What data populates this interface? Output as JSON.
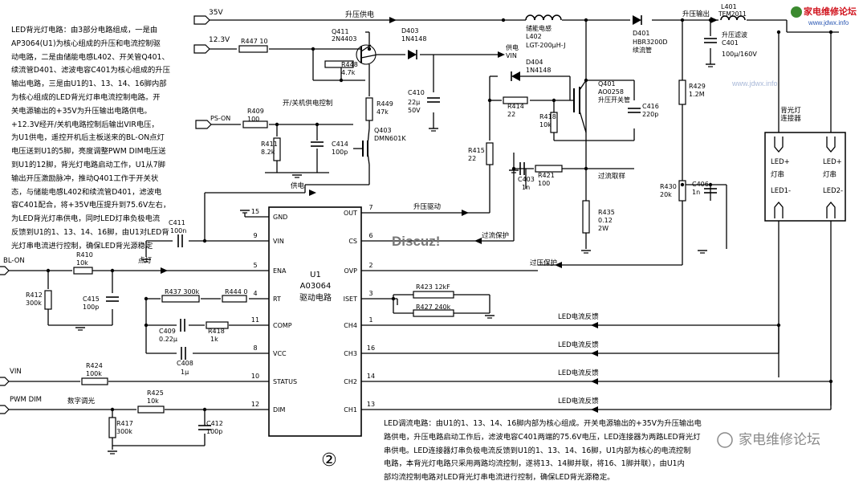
{
  "description_left": {
    "lines": [
      "LED背光灯电路：由3部分电路组成，一是由",
      "AP3064(U1)为核心组成的升压和电流控制驱",
      "动电路，二是由储能电感L402、开关管Q401、",
      "续流管D401、滤波电容C401为核心组成的升压",
      "输出电路，三是由U1的1、13、14、16脚内部",
      "为核心组成的LED背光灯串电流控制电路。开",
      "关电源输出的+35V为升压输出电路供电。",
      "+12.3V经开/关机电路控制后输出VIR电压，",
      "为U1供电，遥控开机后主板送来的BL-ON点灯",
      "电压送到U1的5脚，亮度调整PWM DIM电压送",
      "到U1的12脚，背光灯电路启动工作，U1从7脚",
      "输出开压激励脉冲，推动Q401工作于开关状",
      "态，与储能电感L402和续流管D401，滤波电",
      "容C401配合，将+35V电压提升到75.6V左右，",
      "为LED背光灯串供电，同时LED灯串负极电流",
      "反馈到U1的1、13、14、16脚，由U1对LED背",
      "光灯串电流进行控制，确保LED背光源稳定"
    ]
  },
  "description_bottom": {
    "lines": [
      "LED调流电路：由U1的1、13、14、16脚内部为核心组成。开关电源输出的+35V为升压输出电",
      "路供电，升压电路启动工作后，滤波电容C401两端的75.6V电压，LED连接器为两路LED背光灯",
      "串供电。LED连接器灯串负极电流反馈到U1的1、13、14、16脚，U1内部为核心的电流控制",
      "电路，本背光灯电路只采用两路均流控制，遂将13、14脚并联，将16、1脚并联），由U1内",
      "部均流控制电路对LED背光灯串电流进行控制，确保LED背光源稳定。"
    ]
  },
  "circled_number": "②",
  "watermark": "Discuz!",
  "site_logo": {
    "name": "家电维修论坛",
    "url": "www.jdwx.info"
  },
  "watermark_url": "www.jdwx.info",
  "wechat_watermark": "家电维修论坛",
  "chip": {
    "ref": "U1",
    "part": "A03064",
    "role": "驱动电路"
  },
  "chip_pins_left": [
    {
      "num": "15",
      "name": "GND"
    },
    {
      "num": "9",
      "name": "VIN"
    },
    {
      "num": "5",
      "name": "ENA"
    },
    {
      "num": "4",
      "name": "RT"
    },
    {
      "num": "11",
      "name": "COMP"
    },
    {
      "num": "8",
      "name": "VCC"
    },
    {
      "num": "10",
      "name": "STATUS"
    },
    {
      "num": "12",
      "name": "DIM"
    }
  ],
  "chip_pins_right": [
    {
      "num": "7",
      "name": "OUT"
    },
    {
      "num": "6",
      "name": "CS"
    },
    {
      "num": "2",
      "name": "OVP"
    },
    {
      "num": "3",
      "name": "ISET"
    },
    {
      "num": "1",
      "name": "CH4"
    },
    {
      "num": "16",
      "name": "CH3"
    },
    {
      "num": "14",
      "name": "CH2"
    },
    {
      "num": "13",
      "name": "CH1"
    }
  ],
  "nets": {
    "v35": "35V",
    "v12": "12.3V",
    "ps_on": "PS-ON",
    "bl_on": "BL-ON",
    "vin": "VIN",
    "pwm_dim": "PWM DIM",
    "supply_vin": "供电\nVIN"
  },
  "labels": {
    "boost_supply": "升压供电",
    "boost_output": "升压输出",
    "onoff_ctrl": "开/关机供电控制",
    "supply": "供电",
    "light": "点灯",
    "digital_dim": "数字调光",
    "boost_drive": "升压驱动",
    "overcurrent": "过流保护",
    "overvoltage": "过压保护",
    "overcurrent_sample": "过流取样",
    "led_feedback": "LED电流反馈",
    "connector_title": "背光灯\n连接器",
    "led_plus": "LED+",
    "led_string": "灯串",
    "led1_minus": "LED1-",
    "led2_minus": "LED2-"
  },
  "components": {
    "L401": {
      "ref": "L401",
      "value": "TEM2011"
    },
    "L402": {
      "ref": "储能电感\nL402",
      "value": "LGT-200μH-J"
    },
    "D401": {
      "ref": "D401",
      "value": "HBR3200D\n续流管"
    },
    "D403": {
      "ref": "D403",
      "value": "1N4148"
    },
    "D404": {
      "ref": "D404",
      "value": "1N4148"
    },
    "Q411": {
      "ref": "Q411",
      "value": "2N4403"
    },
    "Q403": {
      "ref": "Q403",
      "value": "DMN601K"
    },
    "Q401": {
      "ref": "Q401",
      "value": "AO0258\n升压开关管"
    },
    "R447": {
      "ref": "R447",
      "value": "10"
    },
    "R448": {
      "ref": "R448",
      "value": "4.7k"
    },
    "R449": {
      "ref": "R449",
      "value": "47k"
    },
    "R409": {
      "ref": "R409",
      "value": "100"
    },
    "R411": {
      "ref": "R411",
      "value": "8.2k"
    },
    "C414": {
      "ref": "C414",
      "value": "100p"
    },
    "C410": {
      "ref": "C410",
      "value": "22μ\n50V"
    },
    "C401": {
      "ref": "升压滤波\nC401",
      "value": "100μ/160V"
    },
    "R414": {
      "ref": "R414",
      "value": "22"
    },
    "R418": {
      "ref": "R418",
      "value": "10k"
    },
    "C416": {
      "ref": "C416",
      "value": "220p"
    },
    "R415": {
      "ref": "R415",
      "value": "22"
    },
    "C403": {
      "ref": "C403",
      "value": "1n"
    },
    "R421": {
      "ref": "R421",
      "value": "100"
    },
    "R429": {
      "ref": "R429",
      "value": "1.2M"
    },
    "R430": {
      "ref": "R430",
      "value": "20k"
    },
    "C406": {
      "ref": "C406",
      "value": "1n"
    },
    "R435": {
      "ref": "R435",
      "value": "0.12\n2W"
    },
    "C411": {
      "ref": "C411",
      "value": "100n"
    },
    "R410": {
      "ref": "R410",
      "value": "10k"
    },
    "R412": {
      "ref": "R412",
      "value": "300k"
    },
    "C415": {
      "ref": "C415",
      "value": "100p"
    },
    "R437": {
      "ref": "R437",
      "value": "300k"
    },
    "R444": {
      "ref": "R444",
      "value": "0"
    },
    "C409": {
      "ref": "C409",
      "value": "0.22μ"
    },
    "R418b": {
      "ref": "R418",
      "value": "1k"
    },
    "C408": {
      "ref": "C408",
      "value": "1μ"
    },
    "R424": {
      "ref": "R424",
      "value": "100k"
    },
    "R425": {
      "ref": "R425",
      "value": "10k"
    },
    "R417": {
      "ref": "R417",
      "value": "300k"
    },
    "C412": {
      "ref": "C412",
      "value": "100p"
    },
    "R423": {
      "ref": "R423",
      "value": "12kF"
    },
    "R427": {
      "ref": "R427",
      "value": "240k"
    }
  }
}
